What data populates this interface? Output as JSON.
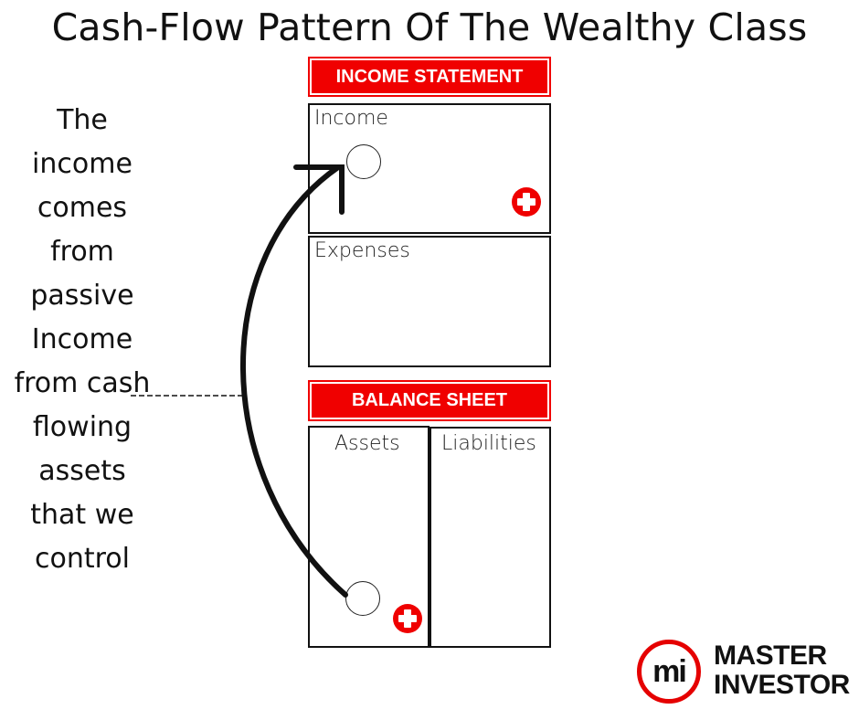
{
  "title": "Cash-Flow Pattern Of The Wealthy Class",
  "side_text": {
    "lines": [
      "The",
      "income",
      "comes",
      "from",
      "passive",
      "Income",
      "from cash",
      "flowing",
      "assets",
      "that we",
      "control"
    ]
  },
  "income_statement": {
    "banner": "INCOME STATEMENT",
    "income_label": "Income",
    "expenses_label": "Expenses"
  },
  "balance_sheet": {
    "banner": "BALANCE SHEET",
    "assets_label": "Assets",
    "liabilities_label": "Liabilities"
  },
  "logo": {
    "monogram": "mi",
    "line1": "MASTER",
    "line2": "INVESTOR"
  },
  "colors": {
    "accent_red": "#f00000",
    "text": "#111111"
  }
}
